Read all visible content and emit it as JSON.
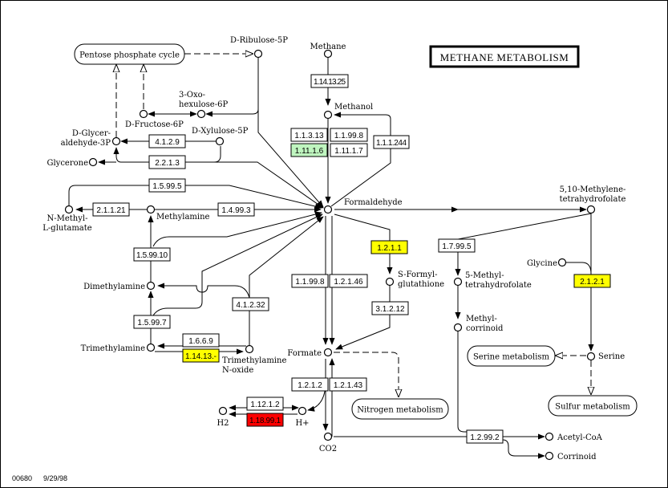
{
  "title": "METHANE METABOLISM",
  "footer": {
    "map_id": "00680",
    "date": "9/29/98"
  },
  "colors": {
    "white": "#ffffff",
    "green": "#bff5bf",
    "yellow": "#ffff00",
    "red": "#ff0000"
  },
  "compounds": [
    {
      "id": "d-ribulose-5p",
      "label": [
        "D-Ribulose-5P"
      ]
    },
    {
      "id": "methane",
      "label": [
        "Methane"
      ]
    },
    {
      "id": "methanol",
      "label": [
        "Methanol"
      ]
    },
    {
      "id": "3-oxo-hexulose-6p",
      "label": [
        "3-Oxo-",
        "hexulose-6P"
      ]
    },
    {
      "id": "d-fructose-6p",
      "label": [
        "D-Fructose-6P"
      ]
    },
    {
      "id": "d-xylulose-5p",
      "label": [
        "D-Xylulose-5P"
      ]
    },
    {
      "id": "d-glyceraldehyde-3p",
      "label": [
        "D-Glycer-",
        "aldehyde-3P"
      ]
    },
    {
      "id": "glycerone",
      "label": [
        "Glycerone"
      ]
    },
    {
      "id": "formaldehyde",
      "label": [
        "Formaldehyde"
      ]
    },
    {
      "id": "methylene-thf",
      "label": [
        "5,10-Methylene-",
        "tetrahydrofolate"
      ]
    },
    {
      "id": "n-methyl-l-glutamate",
      "label": [
        "N-Methyl-",
        "L-glutamate"
      ]
    },
    {
      "id": "methylamine",
      "label": [
        "Methylamine"
      ]
    },
    {
      "id": "dimethylamine",
      "label": [
        "Dimethylamine"
      ]
    },
    {
      "id": "trimethylamine",
      "label": [
        "Trimethylamine"
      ]
    },
    {
      "id": "trimethylamine-n-oxide",
      "label": [
        "Trimethylamine",
        "N-oxide"
      ]
    },
    {
      "id": "s-formylglutathione",
      "label": [
        "S-Formyl-",
        "glutathione"
      ]
    },
    {
      "id": "methyl-thf",
      "label": [
        "5-Methyl-",
        "tetrahydrofolate"
      ]
    },
    {
      "id": "methylcorrinoid",
      "label": [
        "Methyl-",
        "corrinoid"
      ]
    },
    {
      "id": "glycine",
      "label": [
        "Glycine"
      ]
    },
    {
      "id": "serine",
      "label": [
        "Serine"
      ]
    },
    {
      "id": "formate",
      "label": [
        "Formate"
      ]
    },
    {
      "id": "h2",
      "label": [
        "H2"
      ]
    },
    {
      "id": "h-plus",
      "label": [
        "H+"
      ]
    },
    {
      "id": "co2",
      "label": [
        "CO2"
      ]
    },
    {
      "id": "acetyl-coa",
      "label": [
        "Acetyl-CoA"
      ]
    },
    {
      "id": "corrinoid",
      "label": [
        "Corrinoid"
      ]
    }
  ],
  "enzymes": [
    {
      "id": "ec-1-14-13-25",
      "label": "1.14.13.25",
      "color": "white"
    },
    {
      "id": "ec-1-1-3-13",
      "label": "1.1.3.13",
      "color": "white"
    },
    {
      "id": "ec-1-1-99-8-a",
      "label": "1.1.99.8",
      "color": "white"
    },
    {
      "id": "ec-1-11-1-6",
      "label": "1.11.1.6",
      "color": "green"
    },
    {
      "id": "ec-1-11-1-7",
      "label": "1.11.1.7",
      "color": "white"
    },
    {
      "id": "ec-1-1-1-244",
      "label": "1.1.1.244",
      "color": "white"
    },
    {
      "id": "ec-4-1-2-9",
      "label": "4.1.2.9",
      "color": "white"
    },
    {
      "id": "ec-2-2-1-3",
      "label": "2.2.1.3",
      "color": "white"
    },
    {
      "id": "ec-1-5-99-5",
      "label": "1.5.99.5",
      "color": "white"
    },
    {
      "id": "ec-2-1-1-21",
      "label": "2.1.1.21",
      "color": "white"
    },
    {
      "id": "ec-1-4-99-3",
      "label": "1.4.99.3",
      "color": "white"
    },
    {
      "id": "ec-1-5-99-10",
      "label": "1.5.99.10",
      "color": "white"
    },
    {
      "id": "ec-4-1-2-32",
      "label": "4.1.2.32",
      "color": "white"
    },
    {
      "id": "ec-1-5-99-7",
      "label": "1.5.99.7",
      "color": "white"
    },
    {
      "id": "ec-1-6-6-9",
      "label": "1.6.6.9",
      "color": "white"
    },
    {
      "id": "ec-1-14-13-x",
      "label": "1.14.13.-",
      "color": "yellow"
    },
    {
      "id": "ec-1-1-99-8-b",
      "label": "1.1.99.8",
      "color": "white"
    },
    {
      "id": "ec-1-2-1-46",
      "label": "1.2.1.46",
      "color": "white"
    },
    {
      "id": "ec-1-2-1-1",
      "label": "1.2.1.1",
      "color": "yellow"
    },
    {
      "id": "ec-3-1-2-12",
      "label": "3.1.2.12",
      "color": "white"
    },
    {
      "id": "ec-1-7-99-5",
      "label": "1.7.99.5",
      "color": "white"
    },
    {
      "id": "ec-2-1-2-1",
      "label": "2.1.2.1",
      "color": "yellow"
    },
    {
      "id": "ec-1-2-1-2",
      "label": "1.2.1.2",
      "color": "white"
    },
    {
      "id": "ec-1-2-1-43",
      "label": "1.2.1.43",
      "color": "white"
    },
    {
      "id": "ec-1-12-1-2",
      "label": "1.12.1.2",
      "color": "white"
    },
    {
      "id": "ec-1-18-99-1",
      "label": "1.18.99.1",
      "color": "red"
    },
    {
      "id": "ec-1-2-99-2",
      "label": "1.2.99.2",
      "color": "white"
    }
  ],
  "maps": [
    {
      "id": "pentose-phosphate-cycle",
      "label": "Pentose phosphate cycle"
    },
    {
      "id": "serine-metabolism",
      "label": "Serine metabolism"
    },
    {
      "id": "nitrogen-metabolism",
      "label": "Nitrogen metabolism"
    },
    {
      "id": "sulfur-metabolism",
      "label": "Sulfur metabolism"
    }
  ]
}
